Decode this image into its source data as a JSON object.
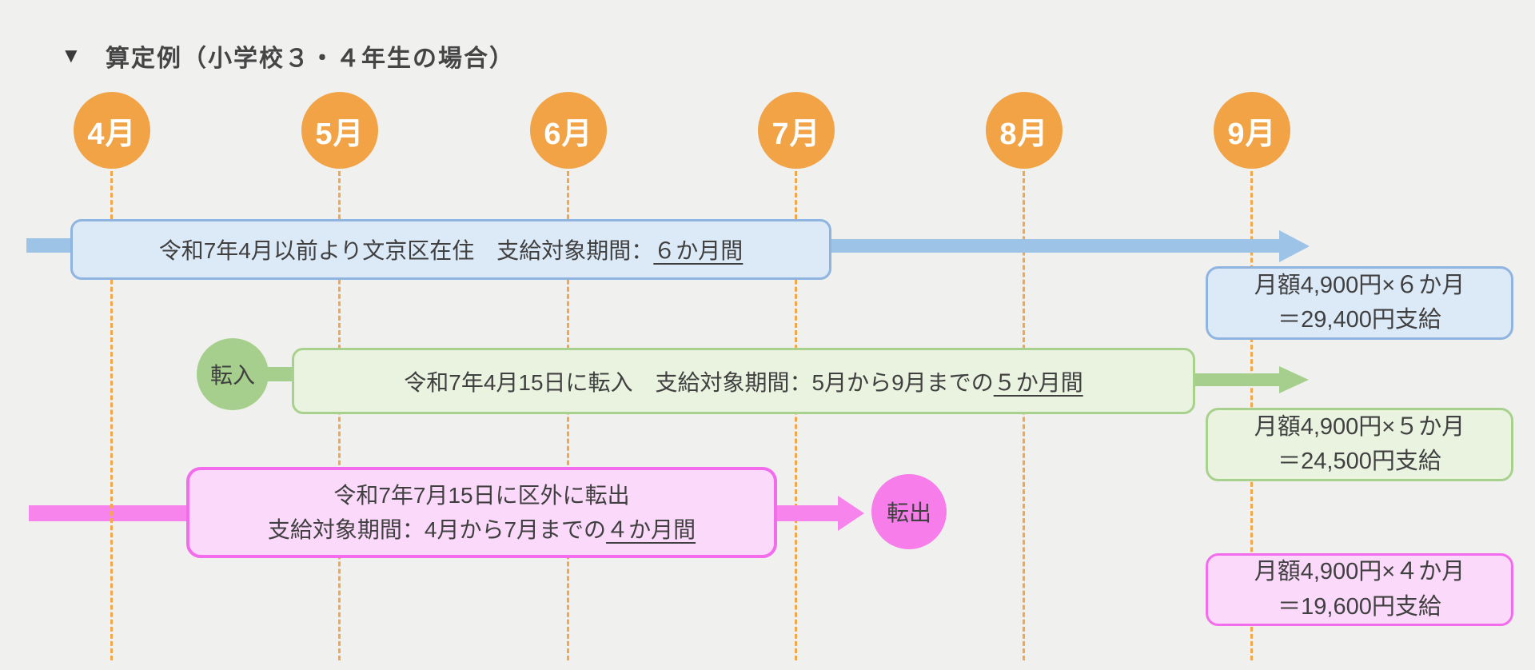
{
  "title": {
    "marker": "▼",
    "text": "算定例（小学校３・４年生の場合）"
  },
  "months": [
    {
      "label": "4月"
    },
    {
      "label": "5月"
    },
    {
      "label": "6月"
    },
    {
      "label": "7月"
    },
    {
      "label": "8月"
    },
    {
      "label": "9月"
    }
  ],
  "rows": [
    {
      "case": "resident-since-before-april",
      "label_prefix": "令和7年4月以前より文京区在住　支給対象期間：",
      "label_underline": "６か月間",
      "result_line1": "月額4,900円×６か月",
      "result_line2": "＝29,400円支給"
    },
    {
      "case": "move-in",
      "badge": "転入",
      "label_prefix": "令和7年4月15日に転入　支給対象期間：5月から9月までの",
      "label_underline": "５か月間",
      "result_line1": "月額4,900円×５か月",
      "result_line2": "＝24,500円支給"
    },
    {
      "case": "move-out",
      "badge": "転出",
      "label_line1": "令和7年7月15日に区外に転出",
      "label_line2_prefix": "支給対象期間：4月から7月までの",
      "label_underline": "４か月間",
      "result_line1": "月額4,900円×４か月",
      "result_line2": "＝19,600円支給"
    }
  ],
  "colors": {
    "background": "#f0f0ef",
    "month_circle": "#f1a345",
    "dashed_line": "#f3a64a",
    "blue_fill": "#dce9f7",
    "blue_border": "#8fb4e0",
    "blue_arrow": "#9dc3e6",
    "green_fill": "#eaf2e0",
    "green_border": "#a9d18e",
    "green_accent": "#a6cf8d",
    "pink_fill": "#fbd9fa",
    "pink_border": "#f26ceb",
    "pink_accent": "#f783ec",
    "pink_circle": "#f77dea",
    "text": "#404040"
  }
}
